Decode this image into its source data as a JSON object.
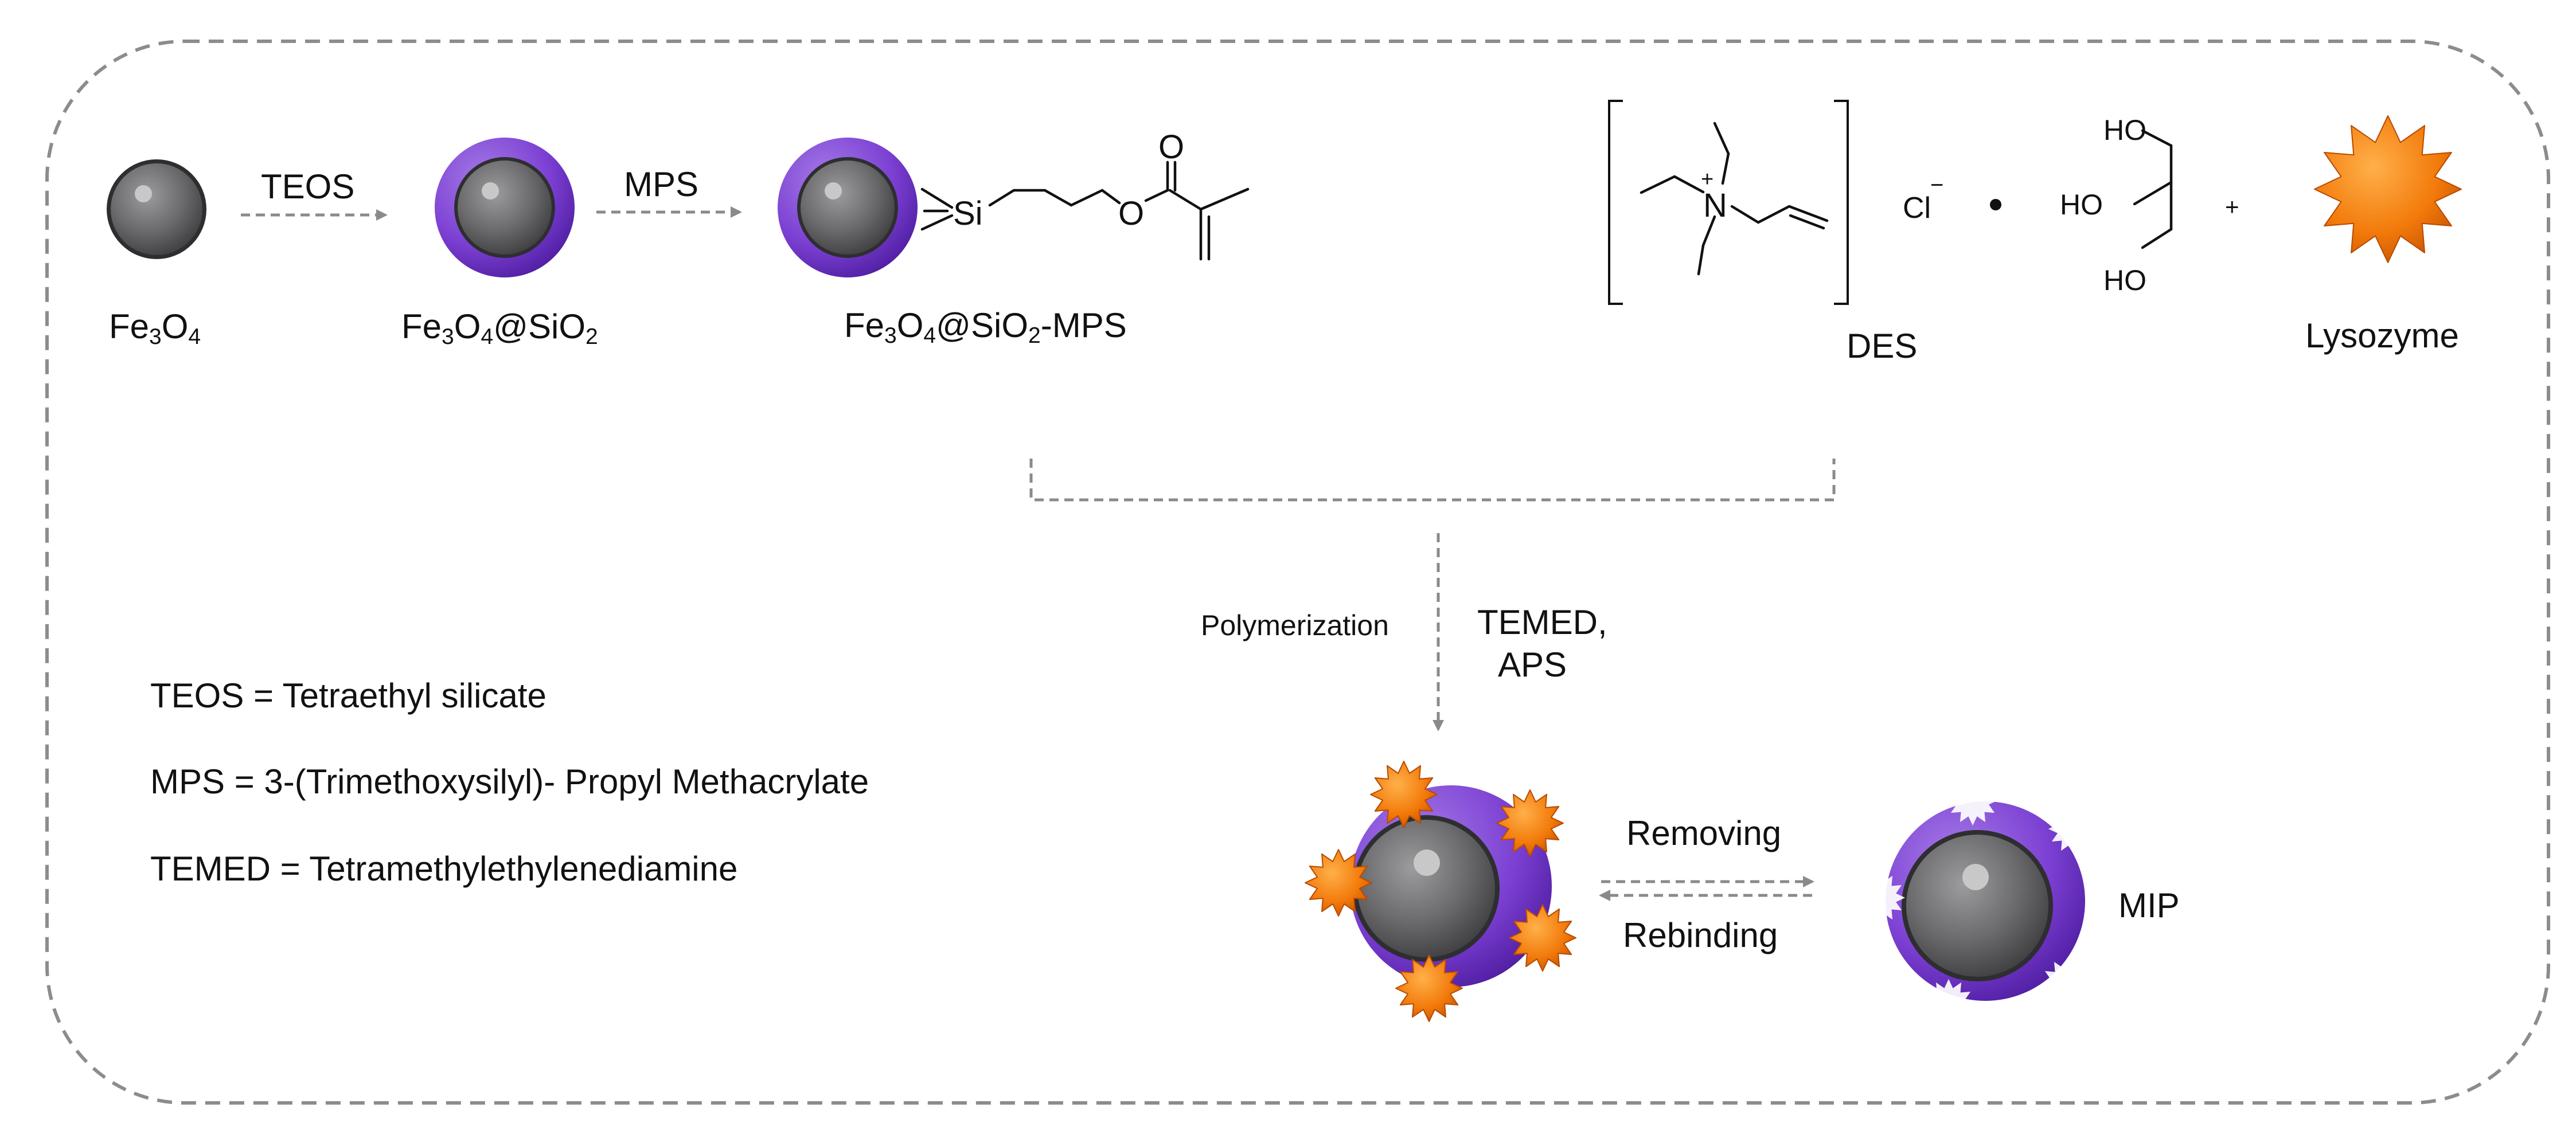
{
  "step_labels": {
    "teos": "TEOS",
    "mps": "MPS",
    "polymerization": "Polymerization",
    "temed_aps_1": "TEMED,",
    "temed_aps_2": "APS",
    "removing": "Removing",
    "rebinding": "Rebinding",
    "plus": "+",
    "dot": "•"
  },
  "formulas": {
    "fe": "Fe",
    "o": "O",
    "sub3": "3",
    "sub4": "4",
    "at_si": "@SiO",
    "sub2": "2",
    "mps_suffix": "-MPS"
  },
  "names": {
    "des": "DES",
    "lysozyme": "Lysozyme",
    "mip": "MIP"
  },
  "chem": {
    "si": "Si",
    "o_ester": "O",
    "o_carbonyl": "O",
    "n": "N",
    "n_charge": "+",
    "cl": "Cl",
    "cl_charge": "−",
    "ho1": "HO",
    "ho2": "HO",
    "ho3": "HO"
  },
  "definitions": [
    "TEOS = Tetraethyl silicate",
    "MPS = 3-(Trimethoxysilyl)- Propyl Methacrylate",
    "TEMED = Tetramethylethylenediamine"
  ],
  "colors": {
    "core": "#6e6d6f",
    "shell": "#7a3fd0",
    "lysozyme": "#f27d0c",
    "dashed": "#888888"
  }
}
